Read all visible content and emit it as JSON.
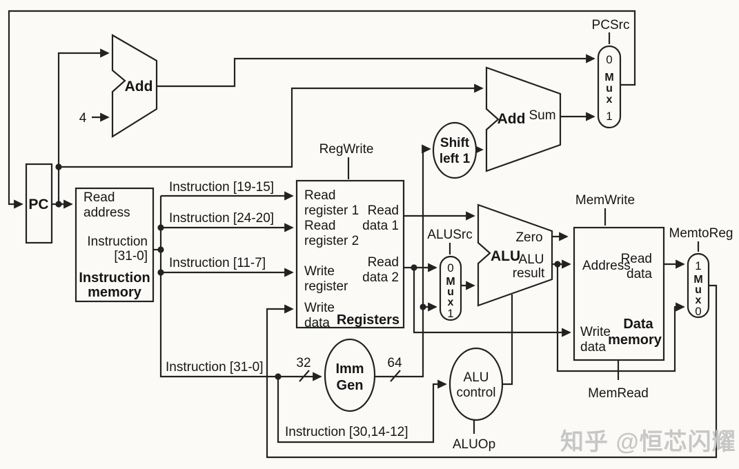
{
  "components": {
    "pc": {
      "name": "PC"
    },
    "instruction_memory": {
      "port_read_address_1": "Read",
      "port_read_address_2": "address",
      "port_out_1": "Instruction",
      "port_out_2": "[31-0]",
      "name_1": "Instruction",
      "name_2": "memory"
    },
    "adder_pc4": {
      "name": "Add",
      "constant": "4"
    },
    "adder_branch": {
      "name": "Add",
      "output": "Sum"
    },
    "shift_left1": {
      "line1": "Shift",
      "line2": "left 1"
    },
    "mux_pcsrc": {
      "in0": "0",
      "m": "M",
      "u": "u",
      "x": "x",
      "in1": "1"
    },
    "registers": {
      "name": "Registers",
      "rr1_1": "Read",
      "rr1_2": "register 1",
      "rr2_1": "Read",
      "rr2_2": "register 2",
      "wr_1": "Write",
      "wr_2": "register",
      "wd_1": "Write",
      "wd_2": "data",
      "rd1_1": "Read",
      "rd1_2": "data 1",
      "rd2_1": "Read",
      "rd2_2": "data 2"
    },
    "imm_gen": {
      "line1": "Imm",
      "line2": "Gen",
      "input_width": "32",
      "output_width": "64"
    },
    "mux_alusrc": {
      "in0": "0",
      "m": "M",
      "u": "u",
      "x": "x",
      "in1": "1"
    },
    "alu": {
      "name": "ALU",
      "zero": "Zero",
      "result_1": "ALU",
      "result_2": "result"
    },
    "alu_control": {
      "line1": "ALU",
      "line2": "control"
    },
    "data_memory": {
      "name_1": "Data",
      "name_2": "memory",
      "address": "Address",
      "rd_1": "Read",
      "rd_2": "data",
      "wd_1": "Write",
      "wd_2": "data"
    },
    "mux_memtoreg": {
      "in1": "1",
      "m": "M",
      "u": "u",
      "x": "x",
      "in0": "0"
    }
  },
  "signals": {
    "pcsrc": "PCSrc",
    "regwrite": "RegWrite",
    "alusrc": "ALUSrc",
    "memwrite": "MemWrite",
    "memread": "MemRead",
    "memtoreg": "MemtoReg",
    "aluop": "ALUOp"
  },
  "buses": {
    "instr_19_15": "Instruction [19-15]",
    "instr_24_20": "Instruction [24-20]",
    "instr_11_7": "Instruction [11-7]",
    "instr_31_0": "Instruction [31-0]",
    "instr_30_14_12": "Instruction [30,14-12]"
  },
  "watermark": {
    "text": "知乎 @恒芯闪耀"
  },
  "colors": {
    "ink": "#222222",
    "paper": "#fbfaf7",
    "watermark": "#c7c7c7"
  }
}
